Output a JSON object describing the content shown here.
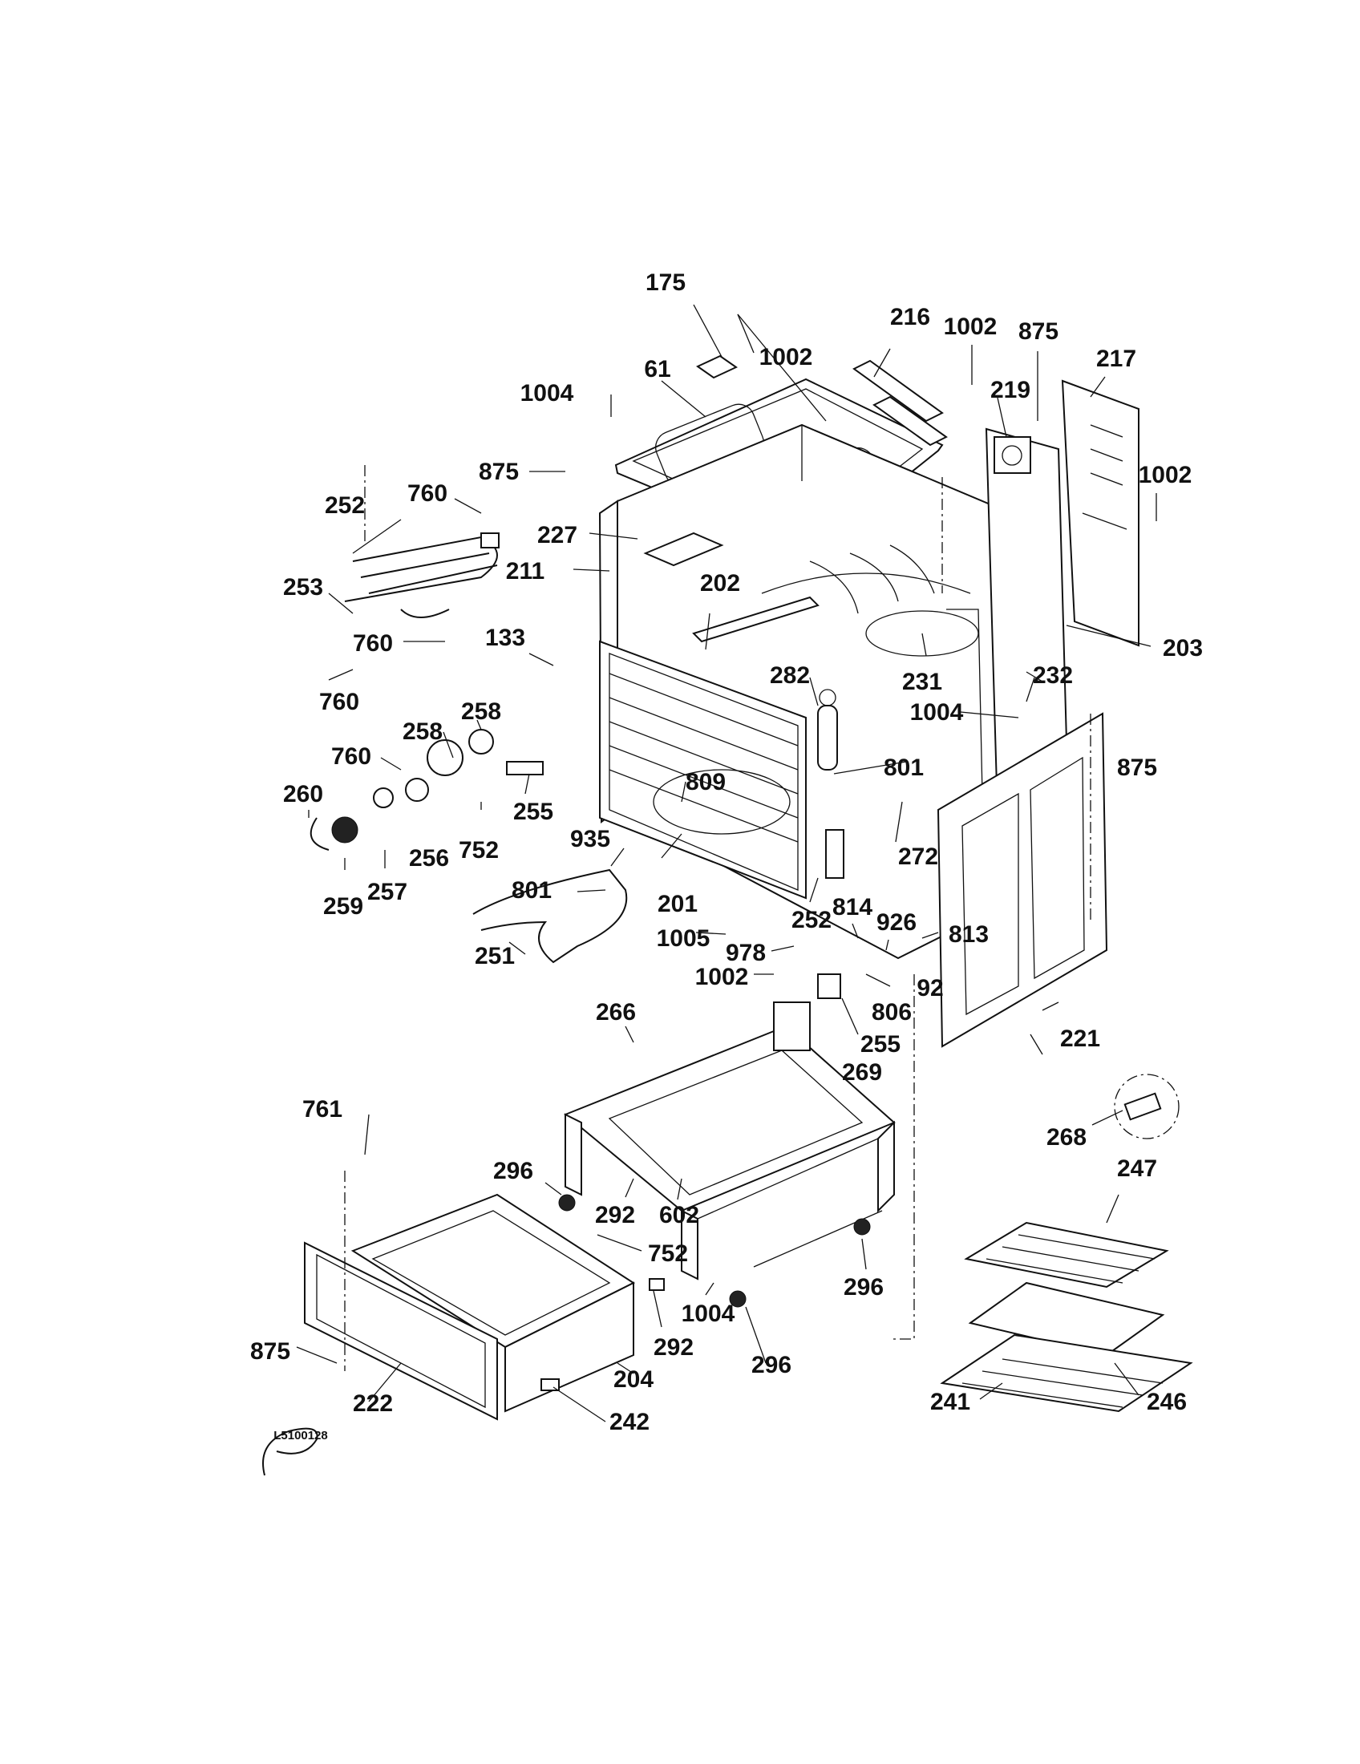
{
  "labels": {
    "p175": "175",
    "p1002_top": "1002",
    "p61": "61",
    "p1004_top": "1004",
    "p216": "216",
    "p1002_topright": "1002",
    "p875_topright": "875",
    "p217": "217",
    "p219": "219",
    "p1002_right": "1002",
    "p875_left": "875",
    "p760_top": "760",
    "p252_left": "252",
    "p227": "227",
    "p211": "211",
    "p253": "253",
    "p202": "202",
    "p760_mid": "760",
    "p133": "133",
    "p760_low": "760",
    "p258_a": "258",
    "p258_b": "258",
    "p282": "282",
    "p231": "231",
    "p232": "232",
    "p203": "203",
    "p1004_mid": "1004",
    "p875_right": "875",
    "p760_side": "760",
    "p801_right": "801",
    "p809": "809",
    "p260": "260",
    "p255_left": "255",
    "p752_left": "752",
    "p256": "256",
    "p935": "935",
    "p272": "272",
    "p259": "259",
    "p257": "257",
    "p801_left": "801",
    "p201": "201",
    "p252_mid": "252",
    "p814": "814",
    "p926": "926",
    "p813": "813",
    "p1005": "1005",
    "p251": "251",
    "p978": "978",
    "p92": "92",
    "p1002_mid": "1002",
    "p806": "806",
    "p266": "266",
    "p221": "221",
    "p255_mid": "255",
    "p269": "269",
    "p268": "268",
    "p761": "761",
    "p296_a": "296",
    "p247": "247",
    "p292_a": "292",
    "p602": "602",
    "p752_low": "752",
    "p296_b": "296",
    "p1004_low": "1004",
    "p292_b": "292",
    "p875_low": "875",
    "p296_c": "296",
    "p204": "204",
    "p222": "222",
    "p242": "242",
    "p241": "241",
    "p246": "246",
    "logo_code": "L5100128"
  }
}
